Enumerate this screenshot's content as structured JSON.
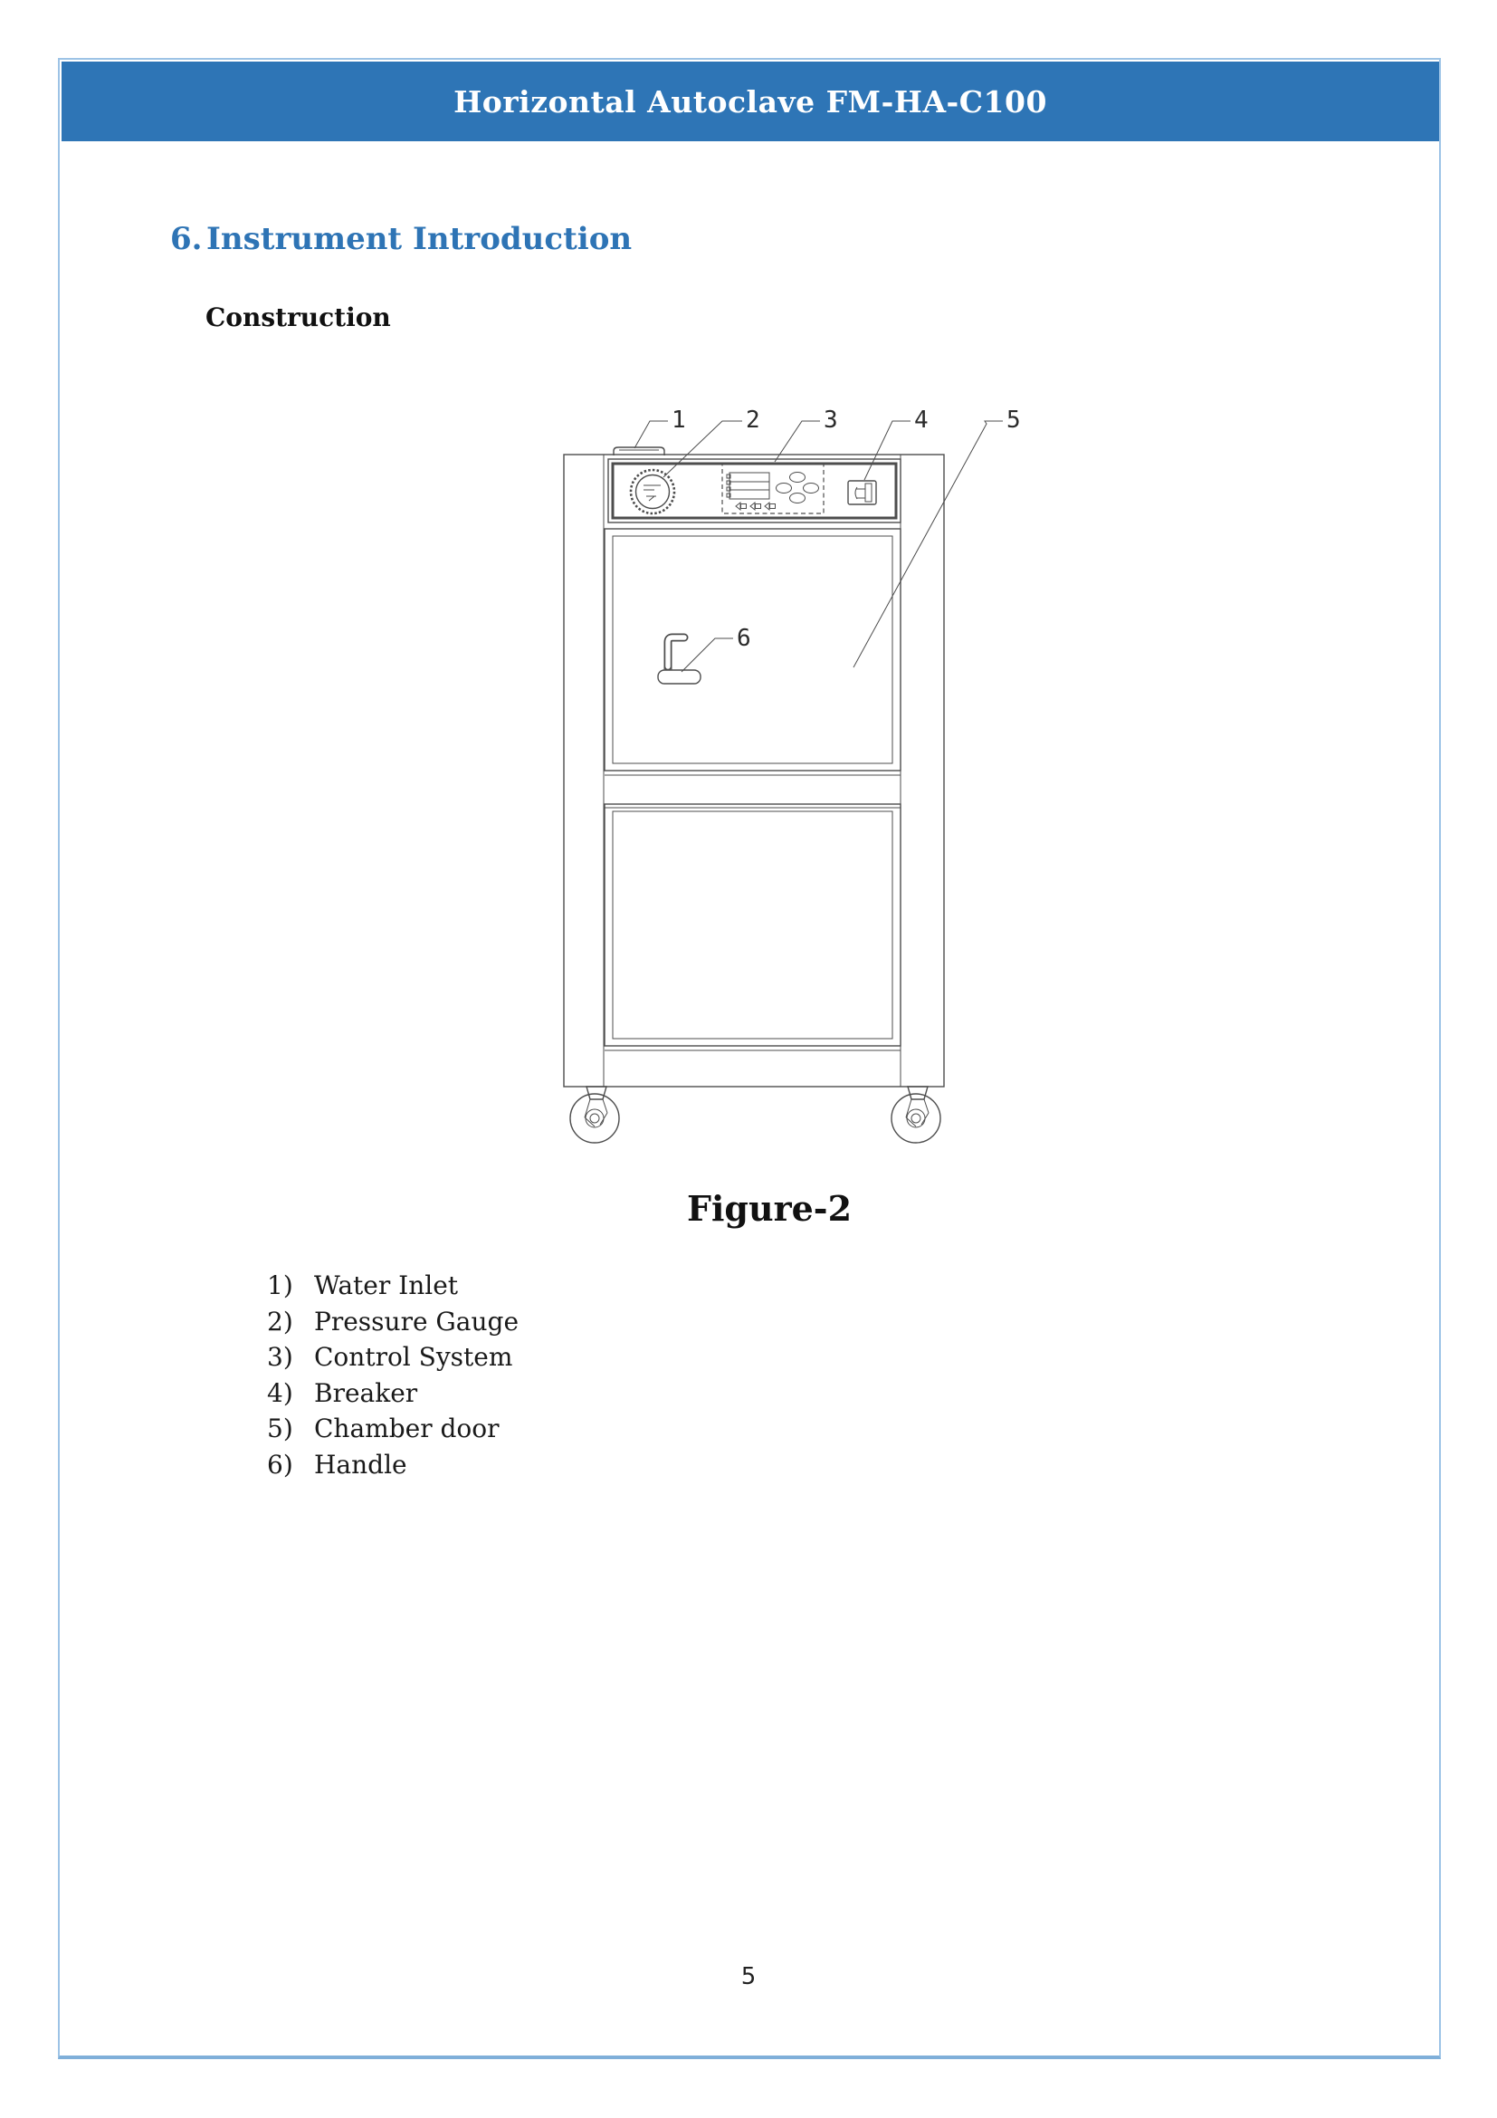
{
  "header": {
    "title": "Horizontal Autoclave FM-HA-C100"
  },
  "section": {
    "number": "6.",
    "title": "Instrument Introduction"
  },
  "subsection": {
    "title": "Construction"
  },
  "figure": {
    "caption": "Figure-2",
    "callouts": [
      "1",
      "2",
      "3",
      "4",
      "5",
      "6"
    ]
  },
  "parts_list": [
    {
      "num": "1)",
      "label": "Water Inlet"
    },
    {
      "num": "2)",
      "label": "Pressure Gauge"
    },
    {
      "num": "3)",
      "label": "Control System"
    },
    {
      "num": "4)",
      "label": "Breaker"
    },
    {
      "num": "5)",
      "label": "Chamber door"
    },
    {
      "num": "6)",
      "label": "Handle"
    }
  ],
  "footer": {
    "page_number": "5"
  },
  "colors": {
    "header_bar": "#2E75B6",
    "section_heading": "#2E74B5",
    "page_border": "#9DC3E6",
    "bottom_rule": "#7FAFD9",
    "drawing_line": "#4d4d4d"
  }
}
